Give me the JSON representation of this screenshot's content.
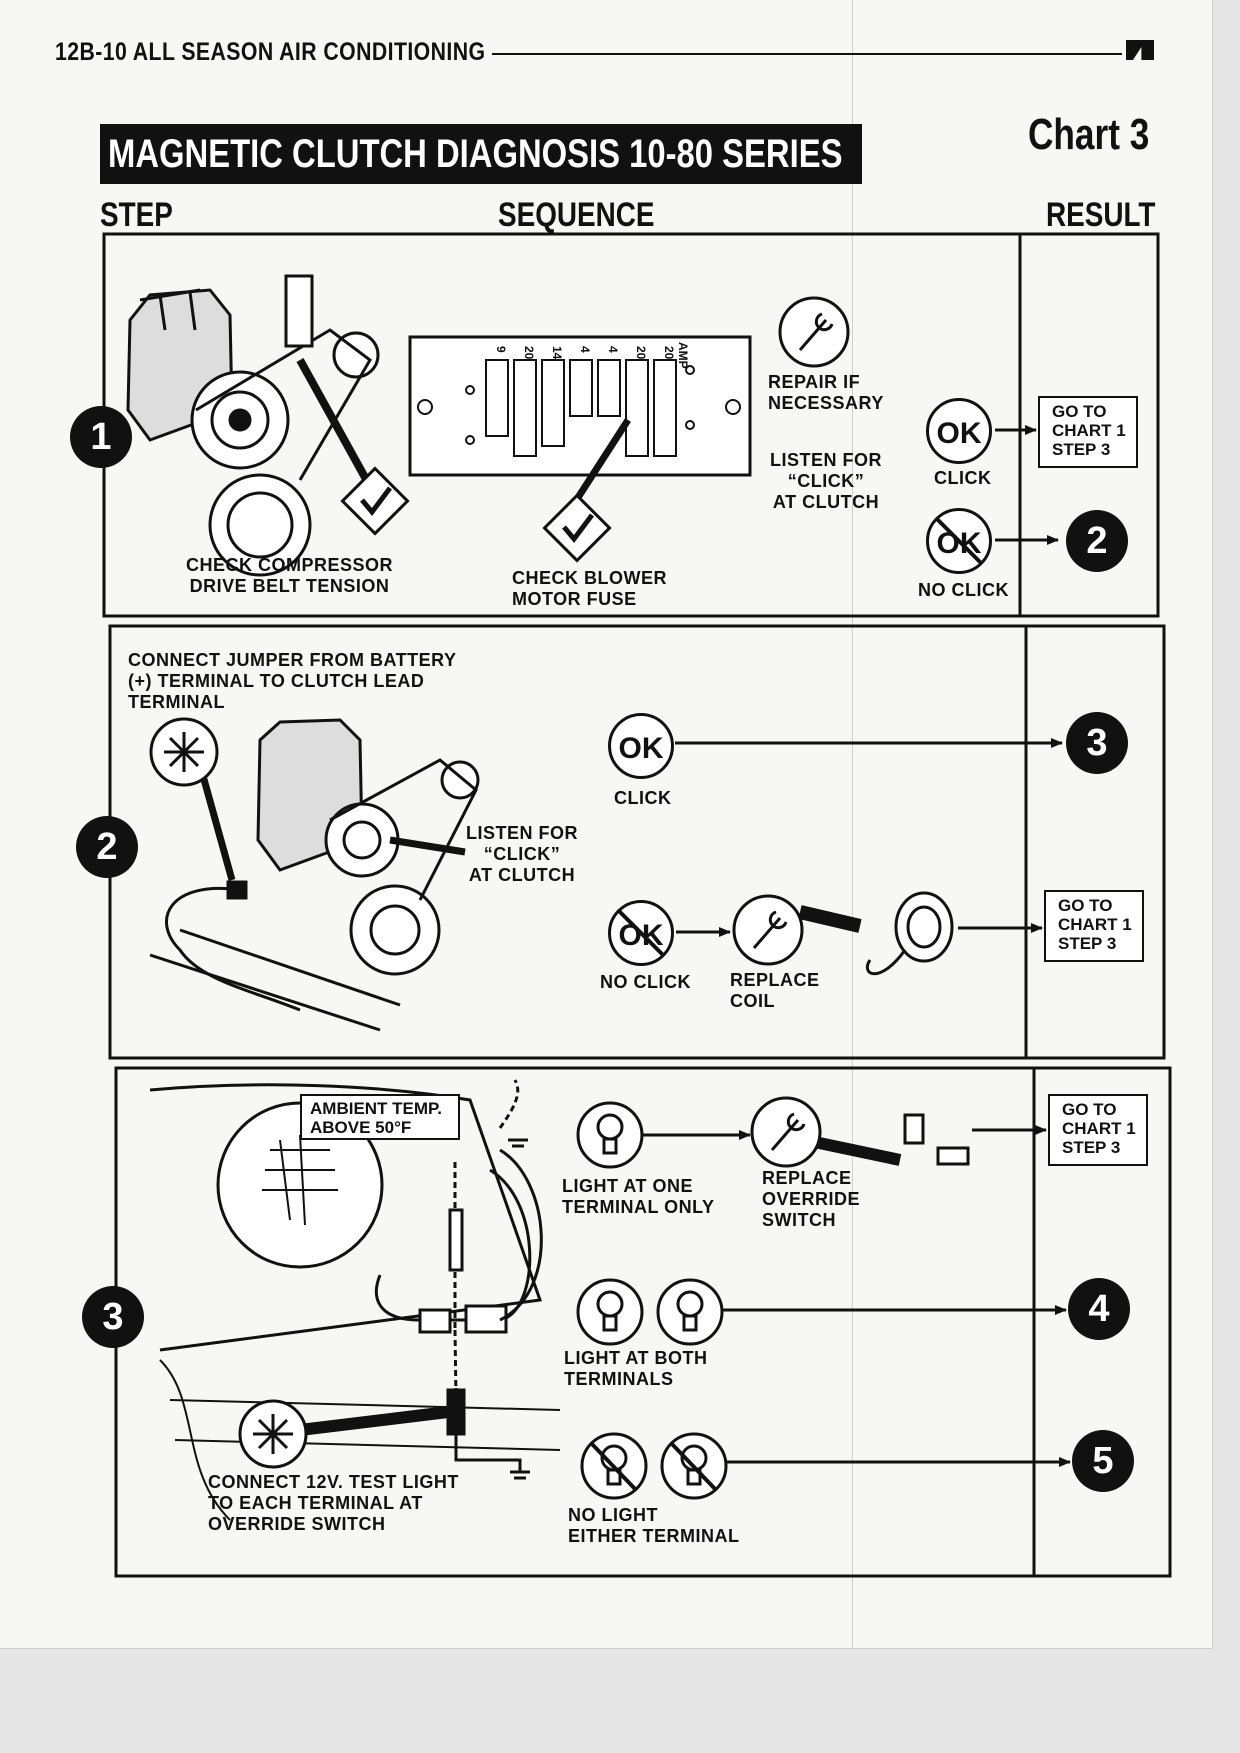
{
  "header": {
    "section": "12B-10 ALL SEASON AIR CONDITIONING",
    "title": "MAGNETIC CLUTCH DIAGNOSIS 10-80 SERIES",
    "chart": "Chart 3"
  },
  "columns": {
    "step": "STEP",
    "sequence": "SEQUENCE",
    "result": "RESULT"
  },
  "steps": [
    {
      "number": "1",
      "check_belt": [
        "CHECK COMPRESSOR",
        "DRIVE BELT TENSION"
      ],
      "check_fuse": [
        "CHECK BLOWER",
        "MOTOR FUSE"
      ],
      "repair": [
        "REPAIR IF",
        "NECESSARY"
      ],
      "listen": [
        "LISTEN FOR",
        "“CLICK”",
        "AT CLUTCH"
      ],
      "fuse_panel": {
        "label": "AMP",
        "ratings": [
          "9",
          "20",
          "14",
          "4",
          "4",
          "20",
          "20"
        ]
      },
      "ok_label": "OK",
      "click": "CLICK",
      "no_click": "NO CLICK",
      "goto": [
        "GO TO",
        "CHART 1",
        "STEP 3"
      ],
      "next_step": "2"
    },
    {
      "number": "2",
      "connect": [
        "CONNECT JUMPER FROM BATTERY",
        "(+) TERMINAL TO CLUTCH LEAD",
        "TERMINAL"
      ],
      "listen": [
        "LISTEN FOR",
        "“CLICK”",
        "AT CLUTCH"
      ],
      "ok_label": "OK",
      "click": "CLICK",
      "no_click": "NO CLICK",
      "replace": [
        "REPLACE",
        "COIL"
      ],
      "next_step": "3",
      "goto": [
        "GO TO",
        "CHART 1",
        "STEP 3"
      ]
    },
    {
      "number": "3",
      "ambient": [
        "AMBIENT TEMP.",
        "ABOVE 50°F"
      ],
      "connect": [
        "CONNECT 12V. TEST LIGHT",
        "TO EACH TERMINAL AT",
        "OVERRIDE SWITCH"
      ],
      "light_one": [
        "LIGHT AT ONE",
        "TERMINAL ONLY"
      ],
      "replace": [
        "REPLACE",
        "OVERRIDE",
        "SWITCH"
      ],
      "goto": [
        "GO TO",
        "CHART 1",
        "STEP 3"
      ],
      "light_both": [
        "LIGHT AT BOTH",
        "TERMINALS"
      ],
      "both_next": "4",
      "no_light": [
        "NO LIGHT",
        "EITHER TERMINAL"
      ],
      "none_next": "5"
    }
  ],
  "colors": {
    "ink": "#111111",
    "paper": "#f7f7f5"
  }
}
